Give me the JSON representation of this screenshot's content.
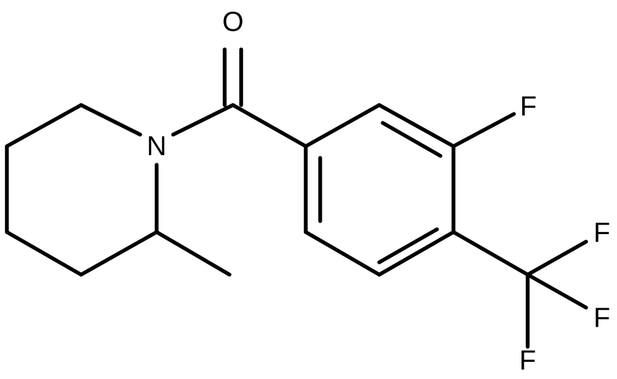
{
  "molecule": {
    "atoms": {
      "oxygen": "O",
      "nitrogen": "N",
      "fluorine_ring": "F",
      "fluorine_cf3_1": "F",
      "fluorine_cf3_2": "F",
      "fluorine_cf3_3": "F"
    },
    "colors": {
      "bond": "#000000",
      "label": "#000000",
      "background": "#ffffff"
    }
  }
}
